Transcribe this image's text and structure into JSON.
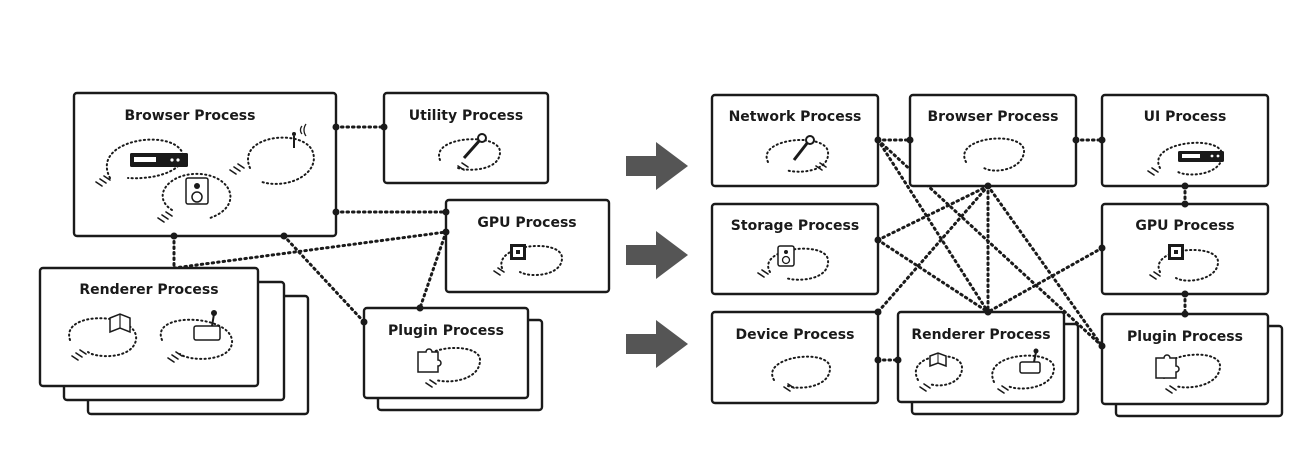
{
  "left": {
    "browser_process": "Browser Process",
    "utility_process": "Utility Process",
    "gpu_process": "GPU Process",
    "renderer_process": "Renderer Process",
    "plugin_process": "Plugin Process"
  },
  "right": {
    "network_process": "Network Process",
    "browser_process": "Browser Process",
    "ui_process": "UI Process",
    "storage_process": "Storage Process",
    "gpu_process": "GPU Process",
    "device_process": "Device Process",
    "renderer_process": "Renderer Process",
    "plugin_process": "Plugin Process"
  },
  "icons": {
    "wrench": "wrench-icon",
    "server": "server-rack-icon",
    "speaker": "speaker-icon",
    "antenna": "antenna-icon",
    "chip": "chip-icon",
    "book": "book-icon",
    "joystick": "joystick-icon",
    "puzzle": "puzzle-icon",
    "arrow": "right-arrow-icon"
  },
  "colors": {
    "ink": "#1a1a1a",
    "arrow": "#555555"
  }
}
